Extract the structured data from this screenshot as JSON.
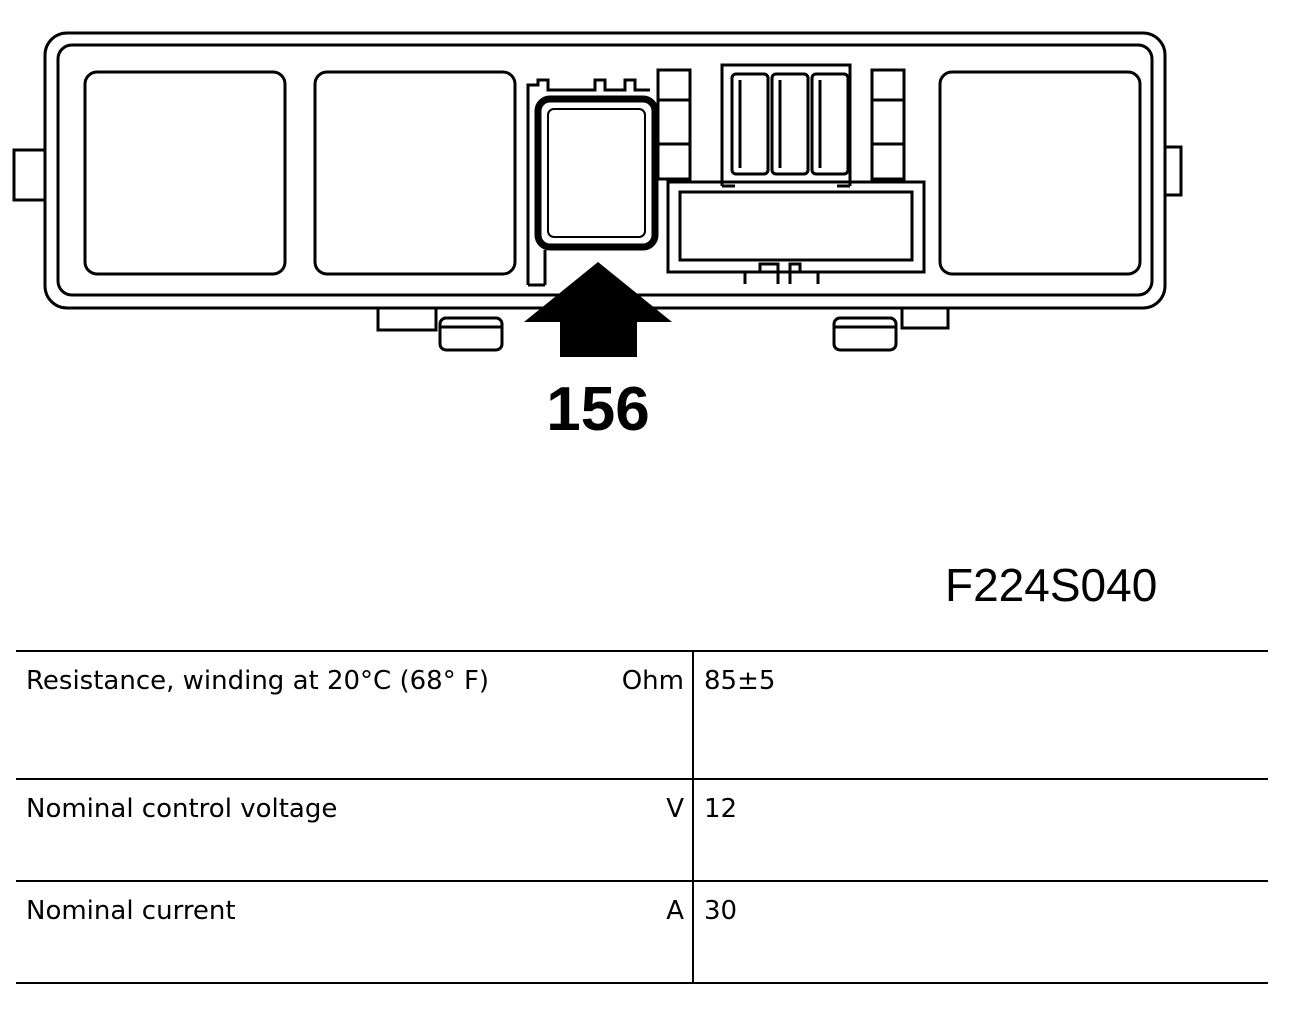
{
  "callout": {
    "number": "156"
  },
  "figure_code": "F224S040",
  "spec_table": {
    "rows": [
      {
        "label": "Resistance, winding at 20°C (68° F)",
        "unit": "Ohm",
        "value": "85±5"
      },
      {
        "label": "Nominal control voltage",
        "unit": "V",
        "value": "12"
      },
      {
        "label": "Nominal current",
        "unit": "A",
        "value": "30"
      }
    ]
  },
  "colors": {
    "line": "#000000",
    "background": "#ffffff"
  }
}
